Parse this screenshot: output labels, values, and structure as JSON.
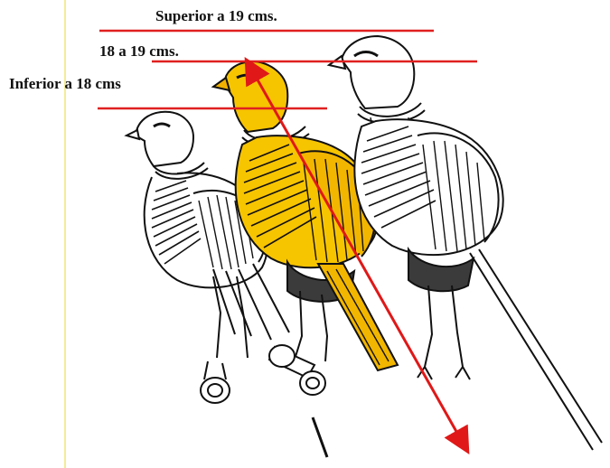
{
  "labels": {
    "superior": "Superior a  19 cms.",
    "middle": "18 a 19 cms.",
    "inferior": "Inferior a 18 cms"
  },
  "colors": {
    "reference_line": "#e02020",
    "measure_arrow": "#e01818",
    "highlight_bird": "#f7c400",
    "ink": "#111111",
    "guide": "#f3ec9a"
  },
  "figures": [
    {
      "name": "small-canary",
      "highlighted": false
    },
    {
      "name": "medium-canary",
      "highlighted": true
    },
    {
      "name": "large-canary",
      "highlighted": false
    }
  ]
}
